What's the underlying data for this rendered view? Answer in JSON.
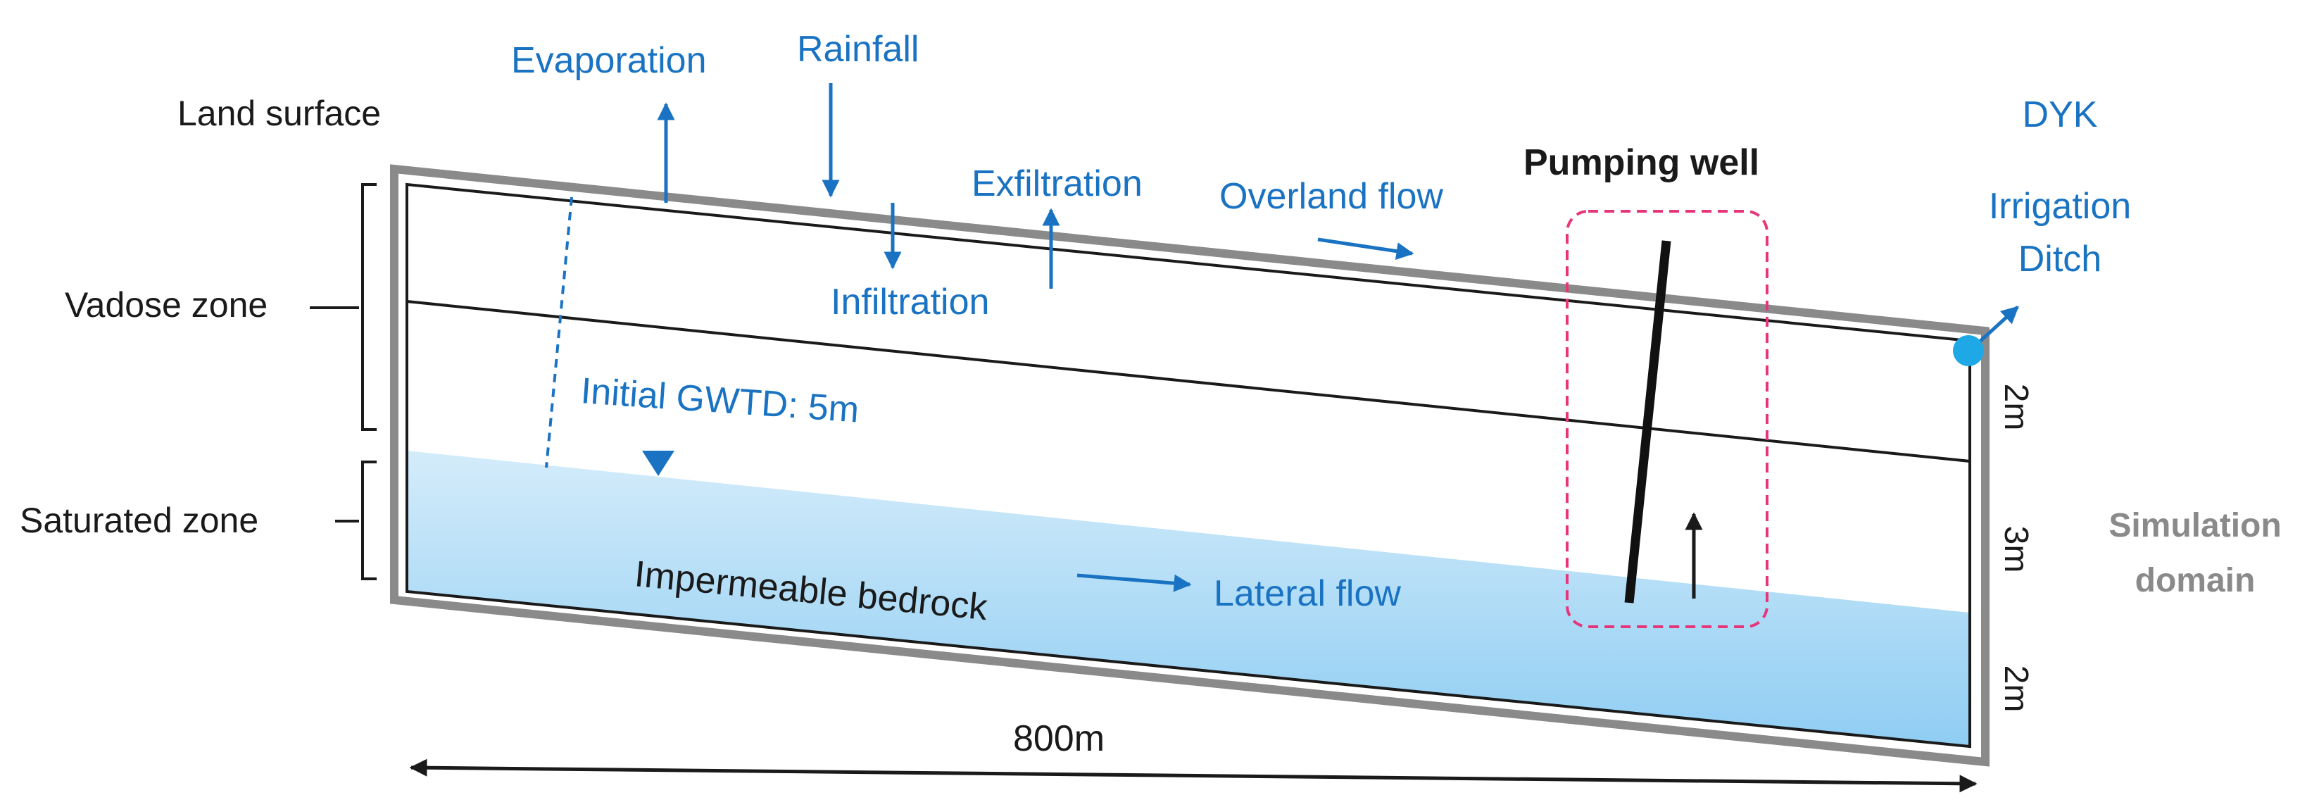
{
  "labels": {
    "land_surface": "Land surface",
    "vadose_zone": "Vadose zone",
    "saturated_zone": "Saturated zone",
    "evaporation": "Evaporation",
    "rainfall": "Rainfall",
    "exfiltration": "Exfiltration",
    "infiltration": "Infiltration",
    "overland_flow": "Overland flow",
    "pumping_well": "Pumping well",
    "dyk_line1": "DYK",
    "dyk_line2": "Irrigation",
    "dyk_line3": "Ditch",
    "initial_gwtd": "Initial GWTD: 5m",
    "impermeable_bedrock": "Impermeable bedrock",
    "lateral_flow": "Lateral flow",
    "dim_top": "2m",
    "dim_mid": "3m",
    "dim_bottom": "2m",
    "simulation_line1": "Simulation",
    "simulation_line2": "domain",
    "width": "800m"
  },
  "colors": {
    "blue_text": "#1a73c2",
    "frame_grey": "#8a8a8a",
    "water_top": "#d4ecfa",
    "water_bottom": "#8fcdf3",
    "well_box": "#e8357a",
    "ditch_dot": "#1fa8e6"
  }
}
